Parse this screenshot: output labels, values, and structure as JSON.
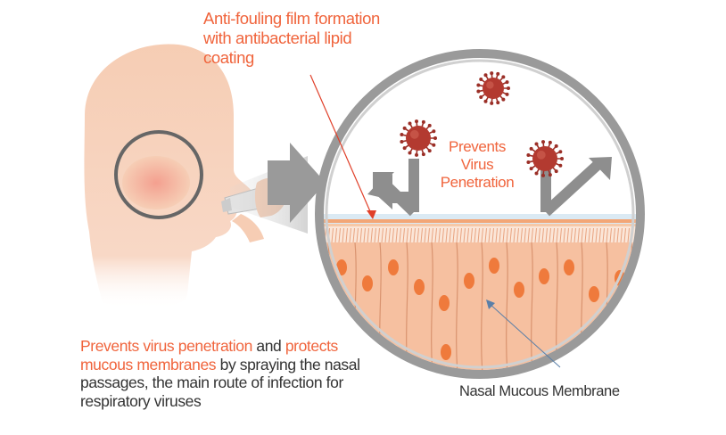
{
  "labels": {
    "film_line1": "Anti-fouling film formation",
    "film_line2": "with antibacterial lipid",
    "film_line3": "coating",
    "prevents_line1": "Prevents",
    "prevents_line2": "Virus",
    "prevents_line3": "Penetration",
    "membrane": "Nasal Mucous Membrane"
  },
  "description": {
    "line1_highlight_a": "Prevents virus penetration",
    "line1_joiner": "and",
    "line1_highlight_b": "protects",
    "line2_highlight": "mucous membranes",
    "line2_rest": "by spraying the nasal",
    "line3": "passages, the main route of infection for",
    "line4": "respiratory viruses"
  },
  "colors": {
    "accent": "#f0643c",
    "skin": "#f6cdb4",
    "cell": "#f6c0a0",
    "nucleus": "#ef7a3c",
    "virus": "#b33a30",
    "ring": "#9a9a9a",
    "arrow": "#8e8e8e"
  },
  "icons": [
    "virus-icon",
    "nasal-spray-icon",
    "deflect-arrow-icon"
  ]
}
